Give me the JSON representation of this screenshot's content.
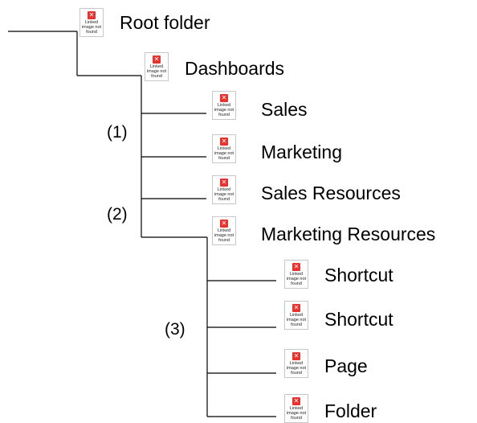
{
  "broken_image": {
    "icon": "broken-image-icon",
    "glyph": "✕",
    "alt_text": "Linked image not found"
  },
  "nodes": [
    {
      "id": "root",
      "label": "Root folder"
    },
    {
      "id": "dashboards",
      "label": "Dashboards"
    },
    {
      "id": "sales",
      "label": "Sales"
    },
    {
      "id": "marketing",
      "label": "Marketing"
    },
    {
      "id": "sales-resources",
      "label": "Sales Resources"
    },
    {
      "id": "marketing-resources",
      "label": "Marketing Resources"
    },
    {
      "id": "shortcut-1",
      "label": "Shortcut"
    },
    {
      "id": "shortcut-2",
      "label": "Shortcut"
    },
    {
      "id": "page",
      "label": "Page"
    },
    {
      "id": "folder",
      "label": "Folder"
    }
  ],
  "markers": [
    {
      "id": "marker-1",
      "label": "(1)"
    },
    {
      "id": "marker-2",
      "label": "(2)"
    },
    {
      "id": "marker-3",
      "label": "(3)"
    }
  ],
  "colors": {
    "line": "#000000",
    "text": "#000000",
    "icon_border": "#c8c8c8",
    "icon_x": "#e8322d"
  }
}
